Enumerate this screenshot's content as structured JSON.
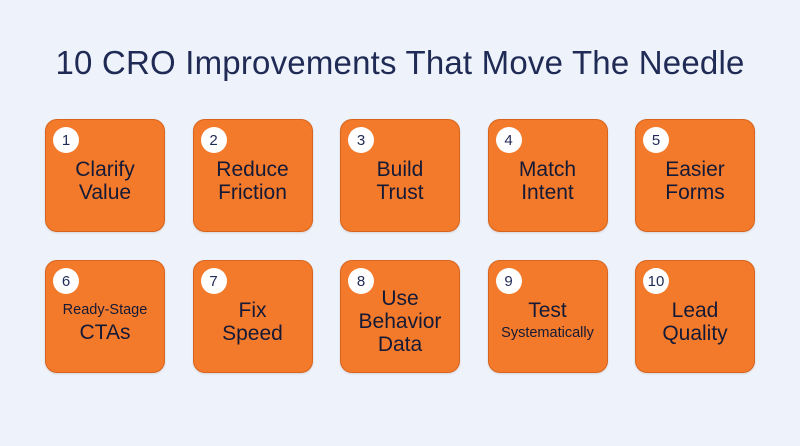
{
  "title": "10 CRO Improvements That Move The Needle",
  "cards": [
    {
      "number": "1",
      "lines": [
        "Clarify",
        "Value"
      ]
    },
    {
      "number": "2",
      "lines": [
        "Reduce",
        "Friction"
      ]
    },
    {
      "number": "3",
      "lines": [
        "Build",
        "Trust"
      ]
    },
    {
      "number": "4",
      "lines": [
        "Match",
        "Intent"
      ]
    },
    {
      "number": "5",
      "lines": [
        "Easier",
        "Forms"
      ]
    },
    {
      "number": "6",
      "lines": [
        "Ready-Stage",
        "CTAs"
      ]
    },
    {
      "number": "7",
      "lines": [
        "Fix",
        "Speed"
      ]
    },
    {
      "number": "8",
      "lines": [
        "Use",
        "Behavior",
        "Data"
      ]
    },
    {
      "number": "9",
      "lines": [
        "Test",
        "Systematically"
      ]
    },
    {
      "number": "10",
      "lines": [
        "Lead",
        "Quality"
      ]
    }
  ],
  "colors": {
    "background": "#eef3fb",
    "card": "#f47a2b",
    "title": "#1f2a55",
    "badge": "#ffffff"
  }
}
